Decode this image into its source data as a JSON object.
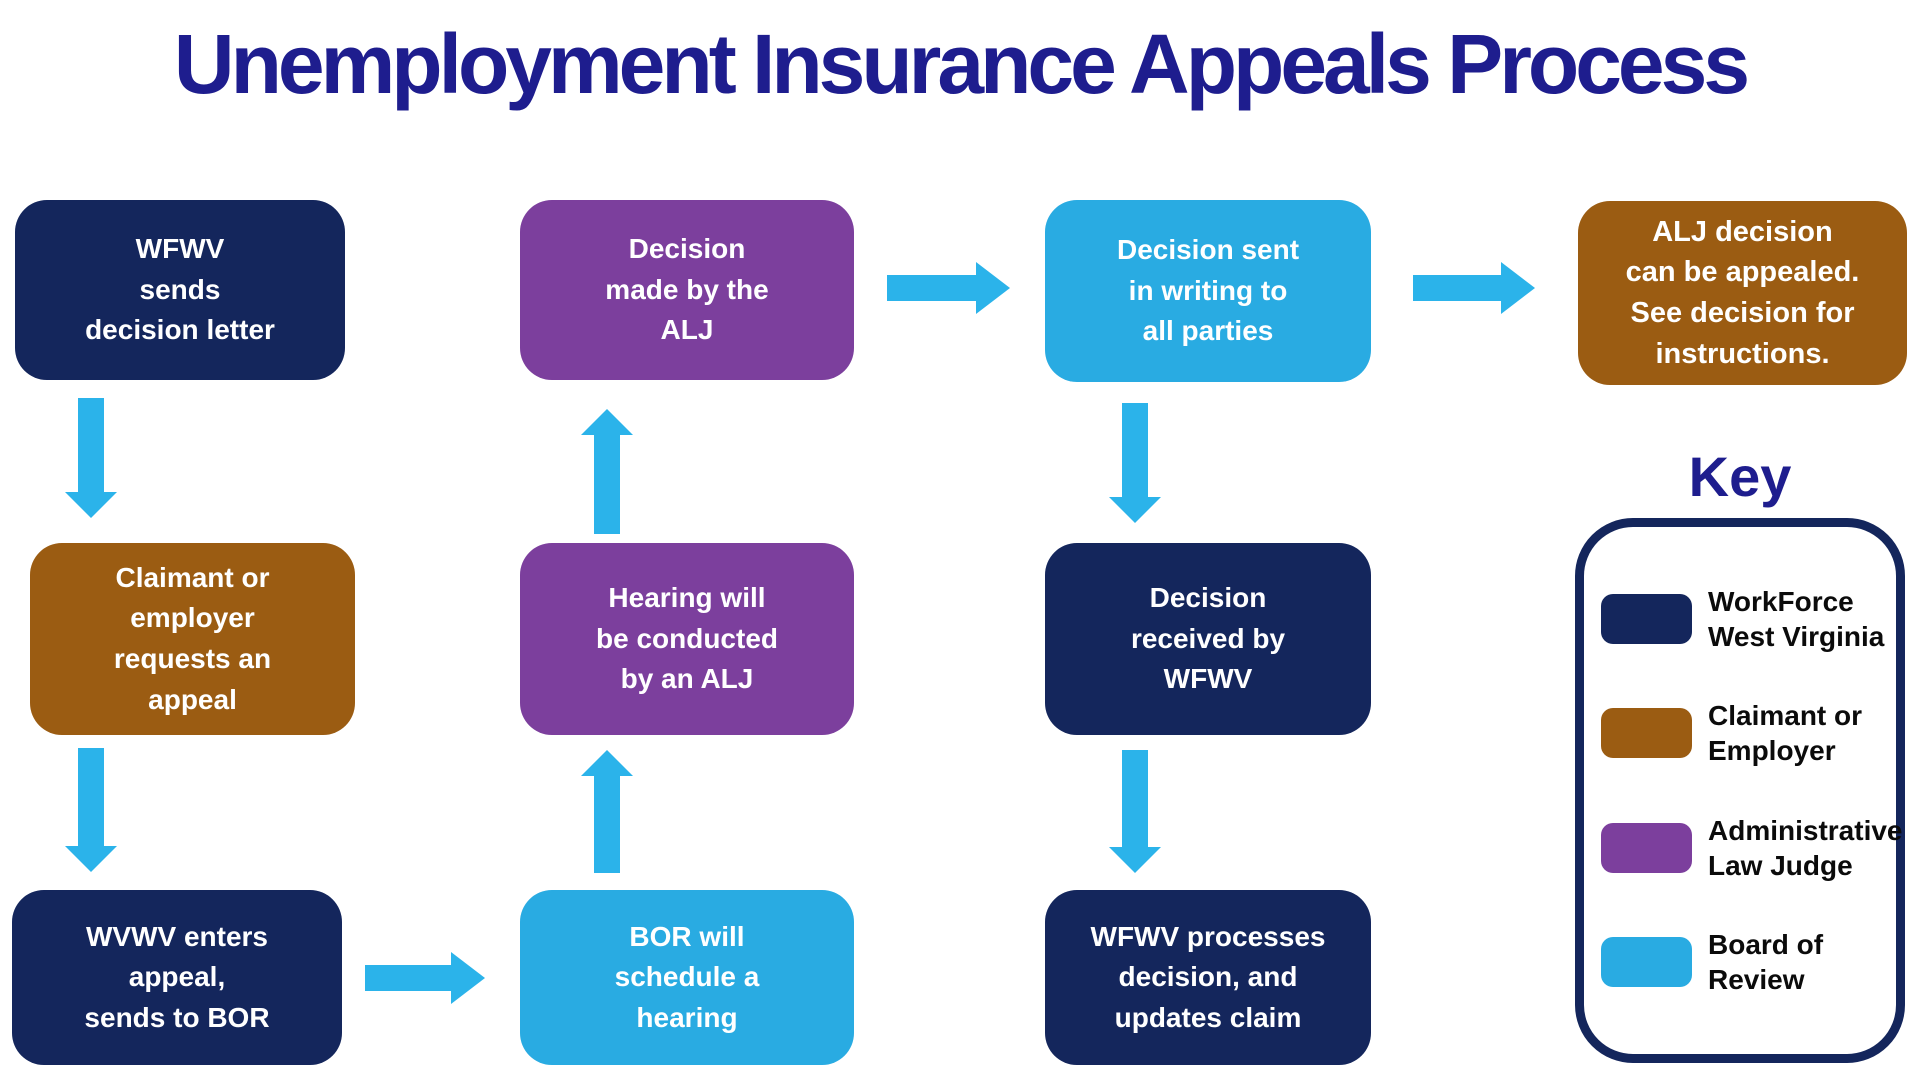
{
  "title": "Unemployment Insurance Appeals Process",
  "colors": {
    "navy": "#14265c",
    "brown": "#9b5c12",
    "purple": "#7c3f9d",
    "cyan": "#29abe2",
    "arrow": "#2bb3ea",
    "title_text": "#1e1d8e"
  },
  "flow": {
    "wfwv_sends": {
      "text": "WFWV\nsends\ndecision letter",
      "color_name": "navy"
    },
    "decision_made": {
      "text": "Decision\nmade by the\nALJ",
      "color_name": "purple"
    },
    "decision_sent": {
      "text": "Decision sent\nin writing to\nall parties",
      "color_name": "cyan"
    },
    "alj_appealed": {
      "text": "ALJ decision\ncan be appealed.\nSee decision for\ninstructions.",
      "color_name": "brown"
    },
    "claimant_requests": {
      "text": "Claimant or\nemployer\nrequests an\nappeal",
      "color_name": "brown"
    },
    "hearing_conducted": {
      "text": "Hearing will\nbe conducted\nby an ALJ",
      "color_name": "purple"
    },
    "decision_received": {
      "text": "Decision\nreceived by\nWFWV",
      "color_name": "navy"
    },
    "wvwv_enters": {
      "text": "WVWV enters\nappeal,\nsends to BOR",
      "color_name": "navy"
    },
    "bor_schedule": {
      "text": "BOR will\nschedule a\nhearing",
      "color_name": "cyan"
    },
    "wfwv_processes": {
      "text": "WFWV processes\ndecision, and\nupdates claim",
      "color_name": "navy"
    }
  },
  "key": {
    "title": "Key",
    "items": [
      {
        "label": "WorkForce\nWest Virginia",
        "color": "#14265c",
        "color_name": "navy"
      },
      {
        "label": "Claimant or\nEmployer",
        "color": "#9b5c12",
        "color_name": "brown"
      },
      {
        "label": "Administrative\nLaw Judge",
        "color": "#7c3f9d",
        "color_name": "purple"
      },
      {
        "label": "Board of\nReview",
        "color": "#29abe2",
        "color_name": "cyan"
      }
    ]
  }
}
